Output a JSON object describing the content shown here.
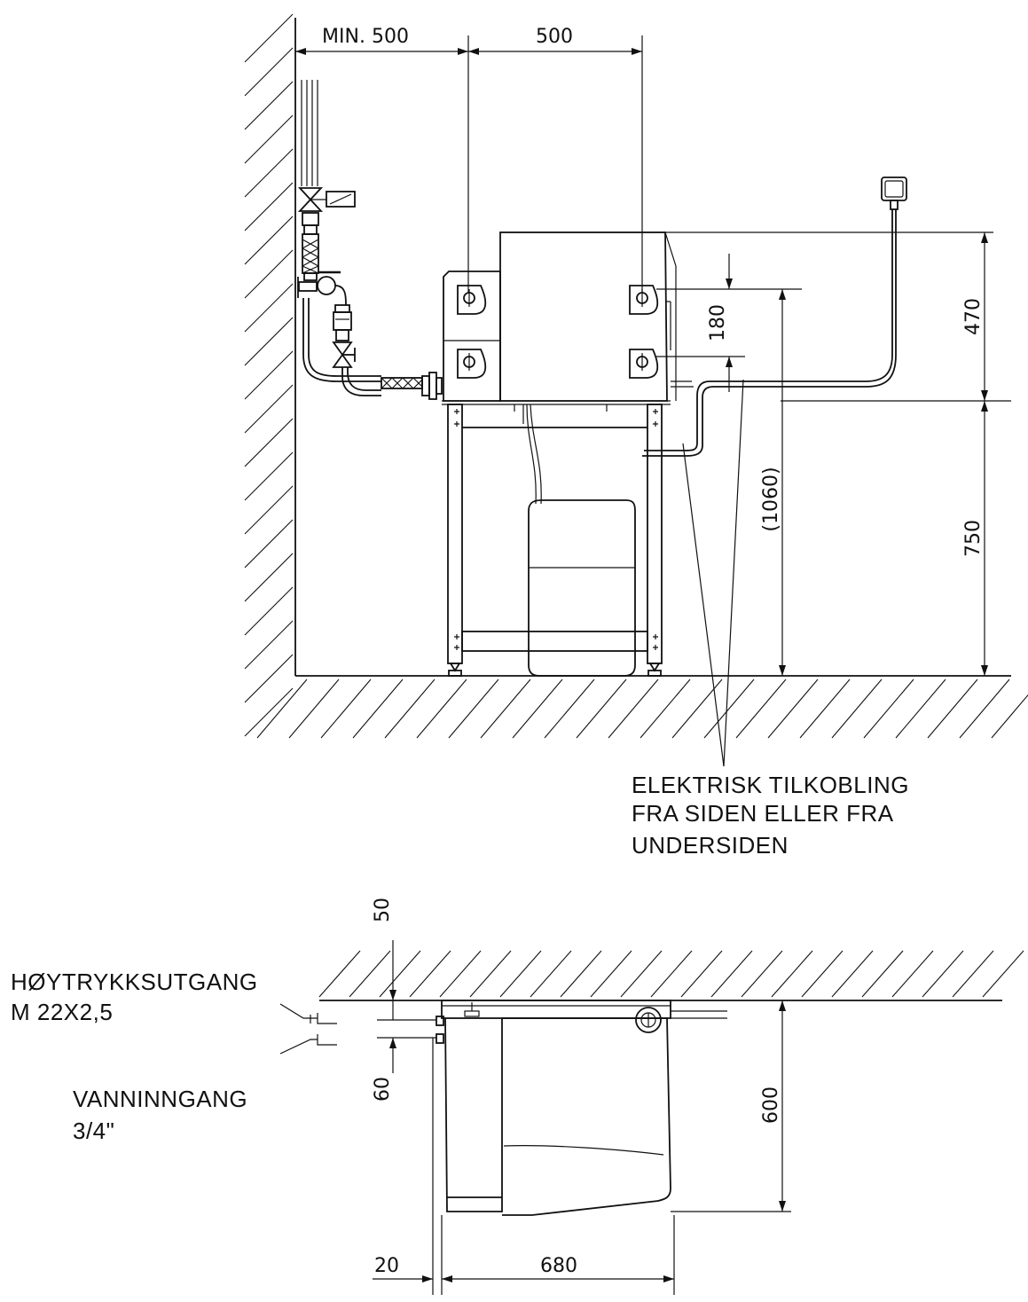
{
  "side_view": {
    "dimensions": {
      "wall_clearance": "MIN. 500",
      "mount_spacing": "500",
      "top_height": "470",
      "stand_height": "750",
      "total_height": "(1060)",
      "hole_spacing": "180"
    },
    "notes": {
      "electrical": [
        "ELEKTRISK TILKOBLING",
        "FRA SIDEN ELLER FRA",
        "UNDERSIDEN"
      ]
    }
  },
  "plan_view": {
    "dimensions": {
      "wall_gap": "50",
      "outlet_offset": "60",
      "depth": "600",
      "side_gap": "20",
      "width": "680"
    },
    "notes": {
      "high_pressure_outlet": [
        "HØYTRYKKSUTGANG",
        "M 22X2,5"
      ],
      "water_inlet": [
        "VANNINNGANG",
        "3/4\""
      ]
    }
  }
}
